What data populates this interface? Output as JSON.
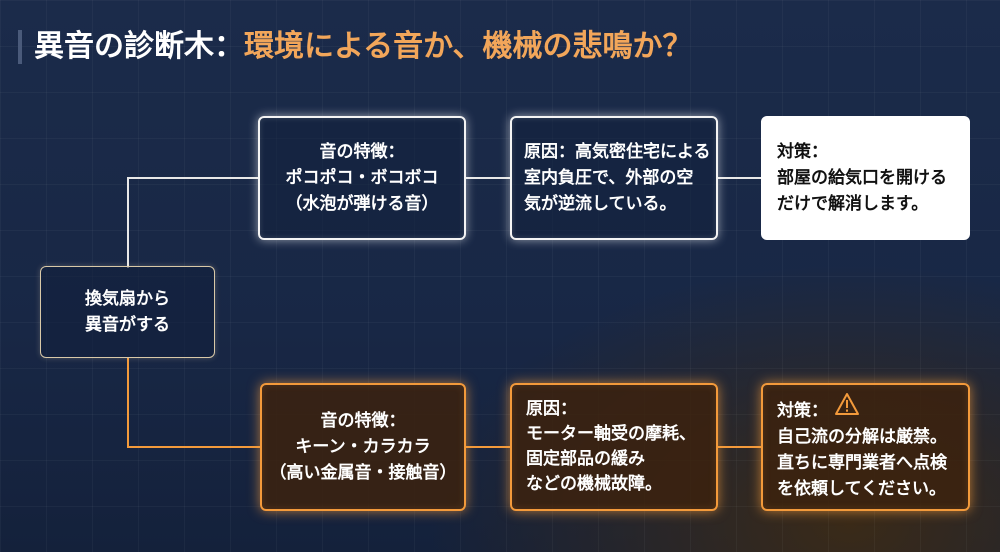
{
  "title": {
    "main": "異音の診断木：",
    "sub": "環境による音か、機械の悲鳴か？"
  },
  "root": {
    "lines": [
      "換気扇から",
      "異音がする"
    ]
  },
  "top_branch": {
    "feature": [
      "音の特徴：",
      "ポコポコ・ボコボコ",
      "（水泡が弾ける音）"
    ],
    "cause": [
      "原因：高気密住宅による",
      "室内負圧で、外部の空",
      "気が逆流している。"
    ],
    "action": [
      "対策：",
      "部屋の給気口を開ける",
      "だけで解消します。"
    ]
  },
  "bottom_branch": {
    "feature": [
      "音の特徴：",
      "キーン・カラカラ",
      "（高い金属音・接触音）"
    ],
    "cause": [
      "原因：",
      "モーター軸受の摩耗、",
      "固定部品の緩み",
      "などの機械故障。"
    ],
    "action_title": "対策：",
    "action_icon": "warning-triangle-icon",
    "action": [
      "自己流の分解は厳禁。",
      "直ちに専門業者へ点検",
      "を依頼してください。"
    ]
  },
  "colors": {
    "accent": "#f2a65a",
    "orange_border": "#f39a3b",
    "background": "#182745"
  }
}
